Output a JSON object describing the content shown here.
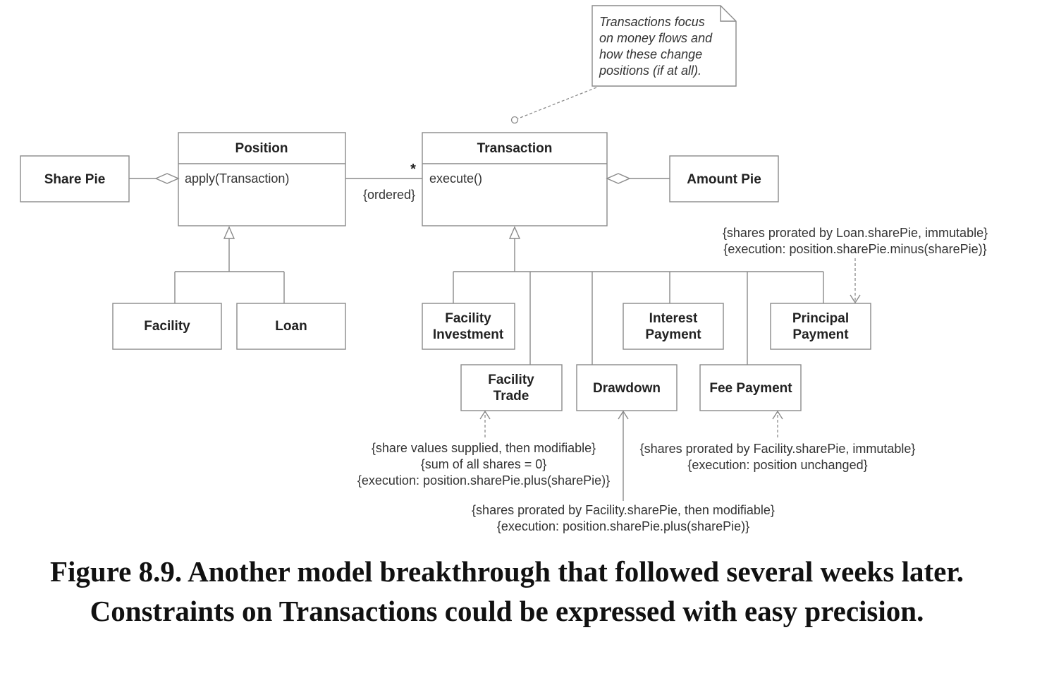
{
  "note": {
    "lines": [
      "Transactions focus",
      "on money flows and",
      "how these change",
      "positions (if at all)."
    ]
  },
  "classes": {
    "share_pie": "Share Pie",
    "position": {
      "name": "Position",
      "operation": "apply(Transaction)"
    },
    "transaction": {
      "name": "Transaction",
      "operation": "execute()"
    },
    "amount_pie": "Amount Pie",
    "facility": "Facility",
    "loan": "Loan",
    "facility_investment": [
      "Facility",
      "Investment"
    ],
    "facility_trade": [
      "Facility",
      "Trade"
    ],
    "drawdown": "Drawdown",
    "interest_payment": [
      "Interest",
      "Payment"
    ],
    "fee_payment": "Fee Payment",
    "principal_payment": [
      "Principal",
      "Payment"
    ]
  },
  "association": {
    "multiplicity": "*",
    "constraint": "{ordered}"
  },
  "constraints": {
    "principal_payment": [
      "{shares prorated by Loan.sharePie, immutable}",
      "{execution: position.sharePie.minus(sharePie)}"
    ],
    "facility_trade": [
      "{share values supplied, then modifiable}",
      "{sum of all shares = 0}",
      "{execution: position.sharePie.plus(sharePie)}"
    ],
    "fee_payment": [
      "{shares prorated by Facility.sharePie, immutable}",
      "{execution: position unchanged}"
    ],
    "drawdown": [
      "{shares prorated by Facility.sharePie, then modifiable}",
      "{execution: position.sharePie.plus(sharePie)}"
    ]
  },
  "caption": "Figure 8.9. Another model breakthrough that followed several weeks later. Constraints on Transactions could be expressed with easy precision."
}
